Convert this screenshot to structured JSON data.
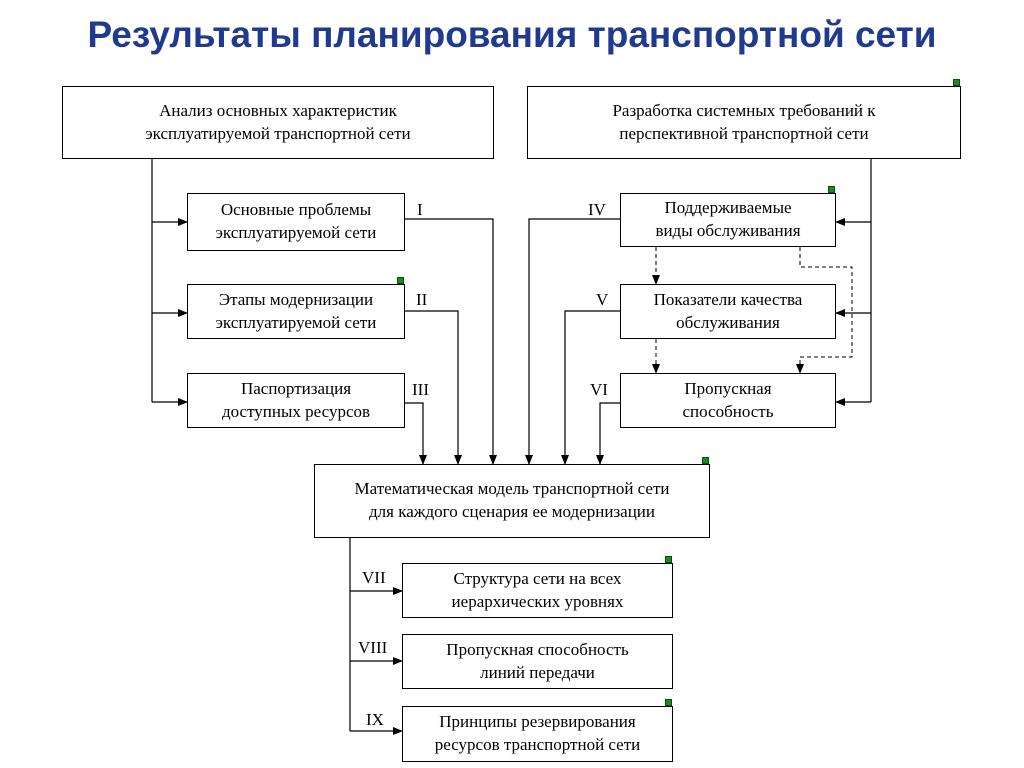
{
  "title": "Результаты планирования транспортной сети",
  "boxes": {
    "analysis": "Анализ основных характеристик\nэксплуатируемой транспортной сети",
    "requirements": "Разработка системных требований к\nперспективной транспортной сети",
    "problems": "Основные проблемы\nэксплуатируемой сети",
    "stages": "Этапы модернизации\nэксплуатируемой сети",
    "passport": "Паспортизация\nдоступных ресурсов",
    "services": "Поддерживаемые\nвиды обслуживания",
    "quality": "Показатели качества\nобслуживания",
    "capacity": "Пропускная\nспособность",
    "model": "Математическая модель транспортной сети\nдля каждого сценария ее модернизации",
    "structure": "Структура сети на всех\nиерархических уровнях",
    "line_capacity": "Пропускная способность\nлиний передачи",
    "reservation": "Принципы резервирования\nресурсов транспортной сети"
  },
  "labels": {
    "I": "I",
    "II": "II",
    "III": "III",
    "IV": "IV",
    "V": "V",
    "VI": "VI",
    "VII": "VII",
    "VIII": "VIII",
    "IX": "IX"
  },
  "colors": {
    "title": "#1f3a8f",
    "marker": "#1d8a1d",
    "line": "#000000"
  }
}
